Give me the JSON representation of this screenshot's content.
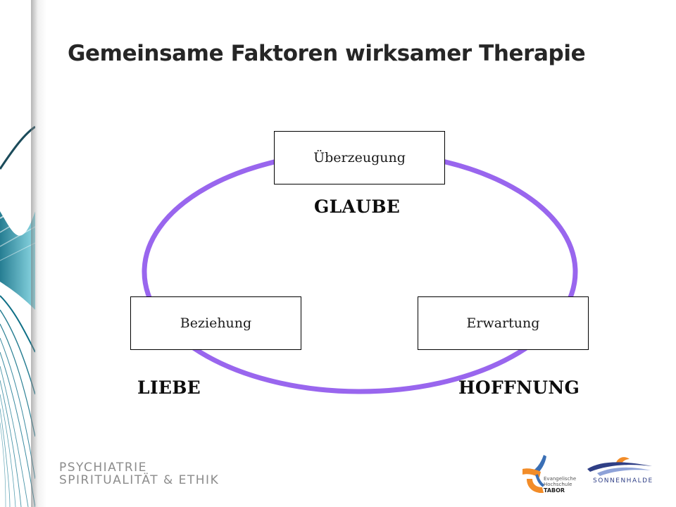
{
  "slide": {
    "title": "Gemeinsame Faktoren wirksamer Therapie"
  },
  "diagram": {
    "ring_color": "#9966EE",
    "boxes": {
      "top": "Überzeugung",
      "left": "Beziehung",
      "right": "Erwartung"
    },
    "labels": {
      "top": "GLAUBE",
      "left": "LIEBE",
      "right": "HOFFNUNG"
    }
  },
  "footer": {
    "line1": "PSYCHIATRIE",
    "line2": "SPIRITUALITÄT & ETHIK"
  },
  "logos": {
    "tabor": {
      "line1": "Evangelische",
      "line2": "Hochschule",
      "line3": "TABOR",
      "icon": "tabor-logo-icon",
      "colors": [
        "#F28C28",
        "#3A6FB5"
      ]
    },
    "sonnenhalde": {
      "name": "SONNENHALDE",
      "icon": "sonnenhalde-logo-icon",
      "colors": [
        "#2F3F86",
        "#F28C28"
      ]
    }
  }
}
